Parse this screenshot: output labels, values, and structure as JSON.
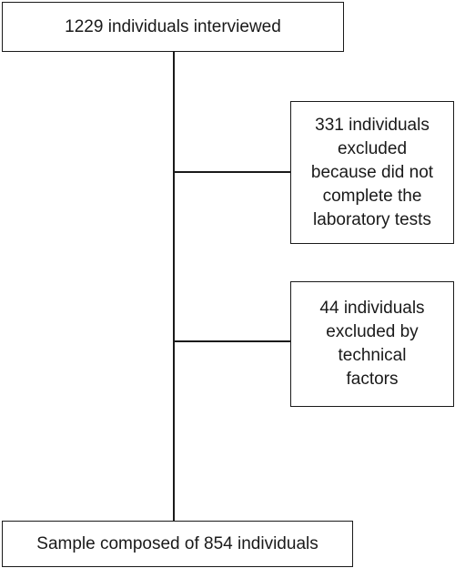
{
  "diagram": {
    "type": "flowchart",
    "top_box": {
      "text": "1229 individuals interviewed"
    },
    "exclusions": [
      {
        "lines": [
          "331 individuals",
          "excluded",
          "because did not",
          "complete the",
          "laboratory tests"
        ]
      },
      {
        "lines": [
          "44 individuals",
          "excluded by",
          "technical",
          "factors"
        ]
      }
    ],
    "final_box": {
      "text": "Sample composed of 854 individuals"
    },
    "colors": {
      "stroke": "#1a1a1a",
      "background": "#ffffff",
      "text": "#1a1a1a"
    }
  }
}
